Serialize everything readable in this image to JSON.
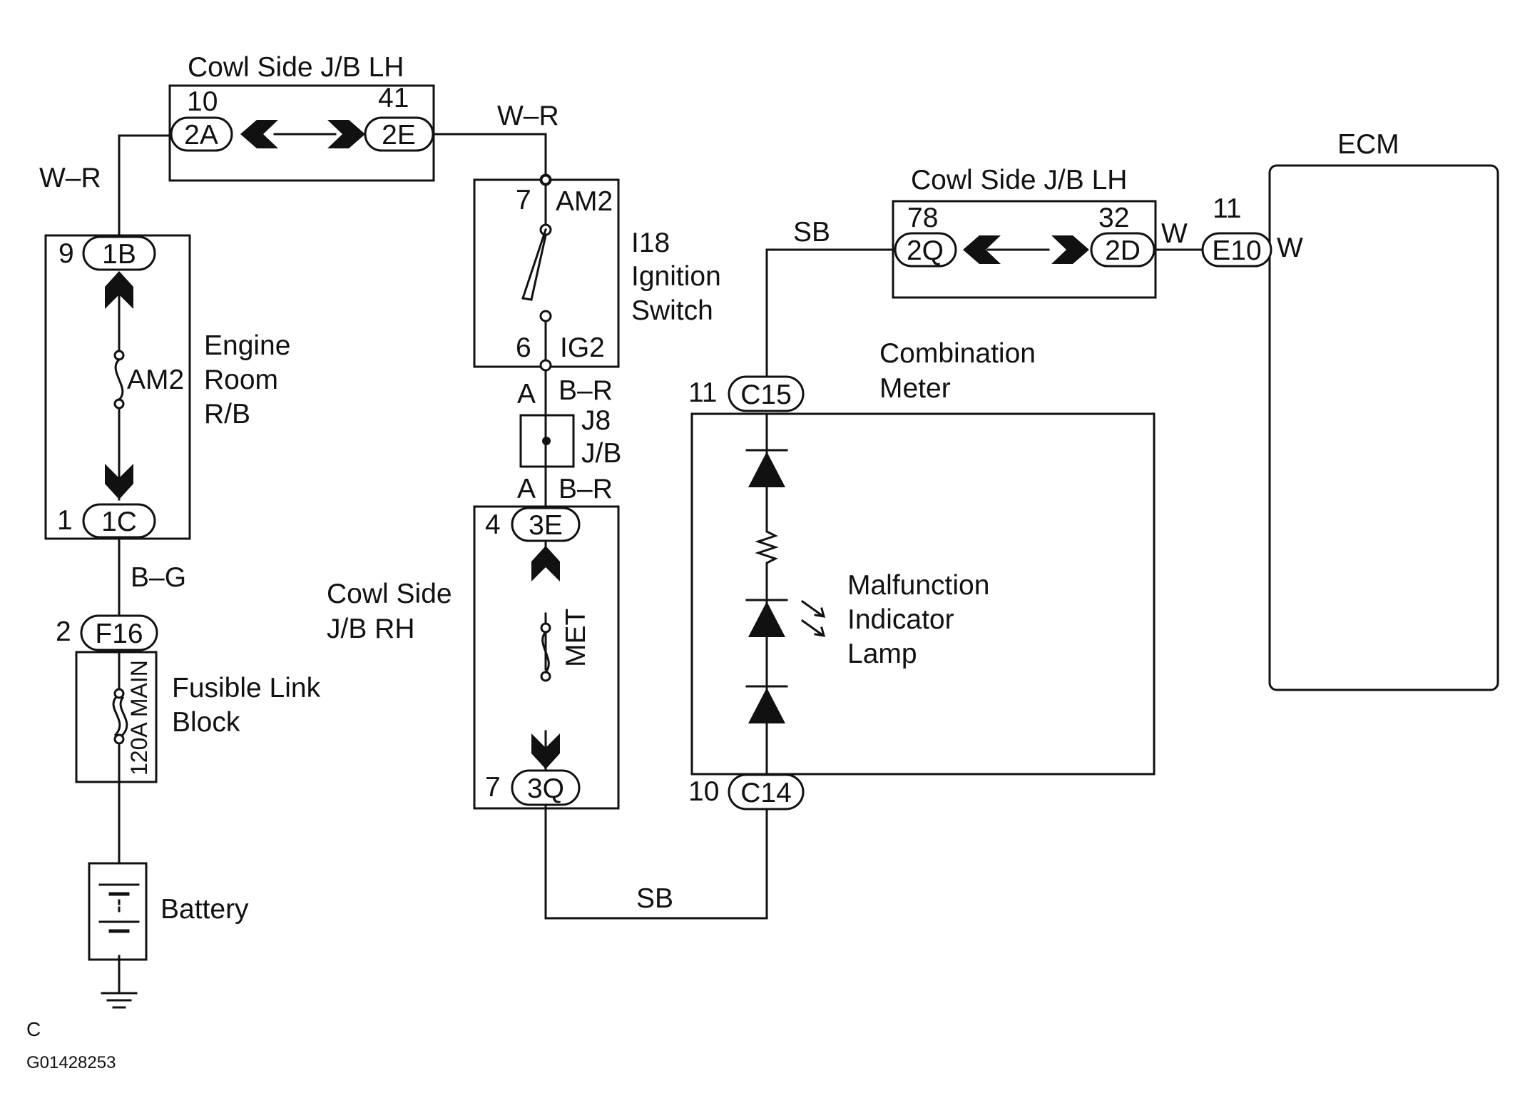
{
  "colors": {
    "ink": "#111111",
    "background": "#ffffff"
  },
  "labels": {
    "cowl_lh_top": "Cowl Side J/B LH",
    "cowl_lh_right": "Cowl Side J/B LH",
    "ecm": "ECM",
    "engine_room_1": "Engine",
    "engine_room_2": "Room",
    "engine_room_3": "R/B",
    "ign_1": "I18",
    "ign_2": "Ignition",
    "ign_3": "Switch",
    "combo_1": "Combination",
    "combo_2": "Meter",
    "cowl_rh_1": "Cowl Side",
    "cowl_rh_2": "J/B RH",
    "fusible_1": "Fusible Link",
    "fusible_2": "Block",
    "battery": "Battery",
    "mil_1": "Malfunction",
    "mil_2": "Indicator",
    "mil_3": "Lamp",
    "j8_1": "J8",
    "j8_2": "J/B",
    "footer_c": "C",
    "footer_code": "G01428253"
  },
  "wires": {
    "wr_left": "W–R",
    "wr_top": "W–R",
    "bg": "B–G",
    "br_upper": "B–R",
    "br_lower": "B–R",
    "sb_top": "SB",
    "sb_bottom": "SB",
    "w_left": "W",
    "w_right": "W"
  },
  "connectors": {
    "c2A": "2A",
    "c2E": "2E",
    "c1B": "1B",
    "c1C": "1C",
    "cF16": "F16",
    "c3E": "3E",
    "c3Q": "3Q",
    "cC15": "C15",
    "cC14": "C14",
    "c2Q": "2Q",
    "c2D": "2D",
    "cE10": "E10"
  },
  "pins": {
    "p10": "10",
    "p41": "41",
    "p9": "9",
    "p1": "1",
    "p2": "2",
    "p7_ign": "7",
    "p6_ign": "6",
    "pA_upper": "A",
    "pA_lower": "A",
    "p4": "4",
    "p7_rh": "7",
    "p11_c15": "11",
    "p10_c14": "10",
    "p78": "78",
    "p32": "32",
    "p11_e10": "11"
  },
  "fuses": {
    "am2_er": "AM2",
    "main": "120A MAIN",
    "met": "MET"
  },
  "switch_terms": {
    "am2": "AM2",
    "ig2": "IG2"
  }
}
